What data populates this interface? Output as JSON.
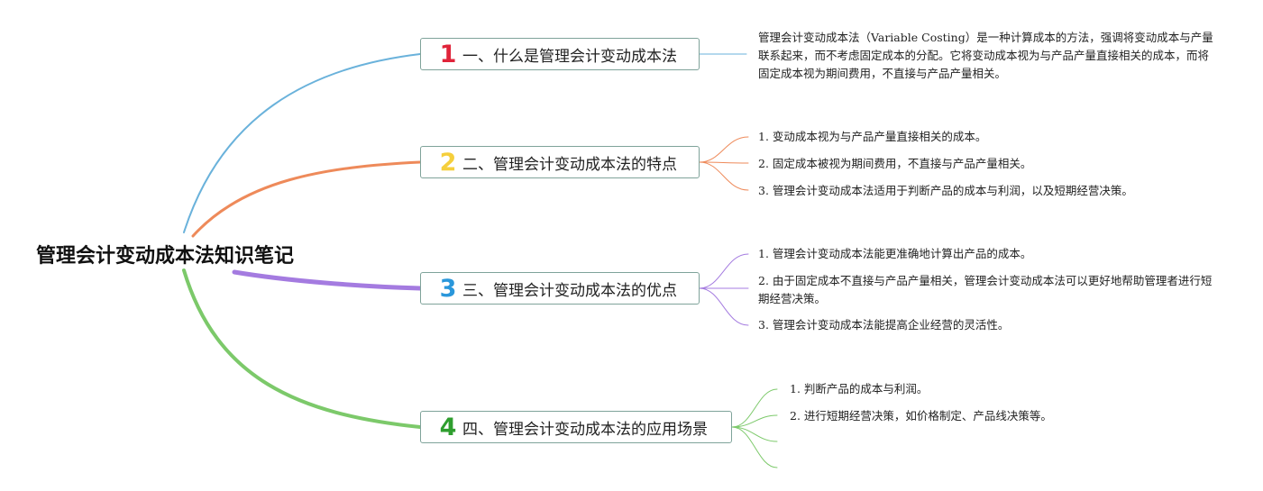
{
  "root": {
    "title": "管理会计变动成本法知识笔记"
  },
  "colors": {
    "branch1": "#6ab2db",
    "branch2": "#ee8a5a",
    "branch3": "#a47be0",
    "branch4": "#7cc96a",
    "num1": "#e0243a",
    "num2": "#f5cf3c",
    "num3": "#2a97db",
    "num4": "#2f9e2f"
  },
  "branches": [
    {
      "number": "1",
      "label": "一、什么是管理会计变动成本法",
      "items": [
        "管理会计变动成本法（Variable Costing）是一种计算成本的方法，强调将变动成本与产量联系起来，而不考虑固定成本的分配。它将变动成本视为与产品产量直接相关的成本，而将固定成本视为期间费用，不直接与产品产量相关。"
      ]
    },
    {
      "number": "2",
      "label": "二、管理会计变动成本法的特点",
      "items": [
        "1. 变动成本视为与产品产量直接相关的成本。",
        "2. 固定成本被视为期间费用，不直接与产品产量相关。",
        "3. 管理会计变动成本法适用于判断产品的成本与利润，以及短期经营决策。"
      ]
    },
    {
      "number": "3",
      "label": "三、管理会计变动成本法的优点",
      "items": [
        "1. 管理会计变动成本法能更准确地计算出产品的成本。",
        "2. 由于固定成本不直接与产品产量相关，管理会计变动成本法可以更好地帮助管理者进行短期经营决策。",
        "3. 管理会计变动成本法能提高企业经营的灵活性。"
      ]
    },
    {
      "number": "4",
      "label": "四、管理会计变动成本法的应用场景",
      "items": [
        "1. 判断产品的成本与利润。",
        "2. 进行短期经营决策，如价格制定、产品线决策等。",
        "",
        ""
      ]
    }
  ]
}
